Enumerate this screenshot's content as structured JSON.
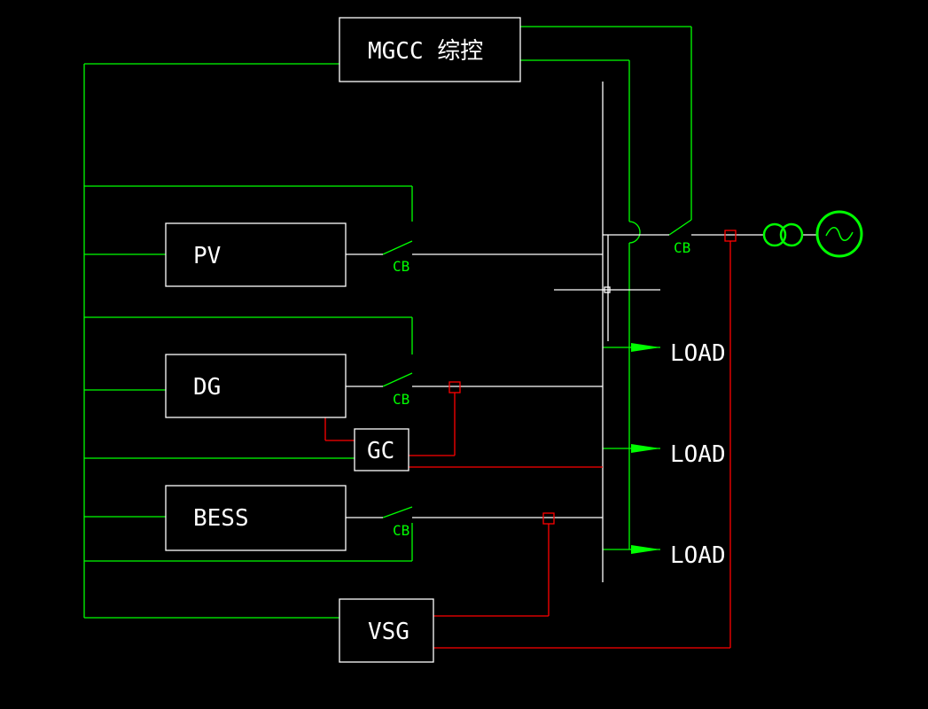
{
  "colors": {
    "background": "#000000",
    "control_line": "#00ff00",
    "power_line": "#ffffff",
    "signal_line": "#ff0000",
    "box_border": "#ffffff"
  },
  "blocks": {
    "mgcc": "MGCC 综控",
    "pv": "PV",
    "dg": "DG",
    "bess": "BESS",
    "gc": "GC",
    "vsg": "VSG"
  },
  "breakers": {
    "pv": "CB",
    "dg": "CB",
    "bess": "CB",
    "grid": "CB"
  },
  "loads": [
    "LOAD",
    "LOAD",
    "LOAD"
  ],
  "icons": {
    "transformer": "transformer-icon",
    "grid_source": "ac-source-icon",
    "measurement_point": "measurement-point-icon",
    "load_arrow": "arrow-right-icon"
  }
}
